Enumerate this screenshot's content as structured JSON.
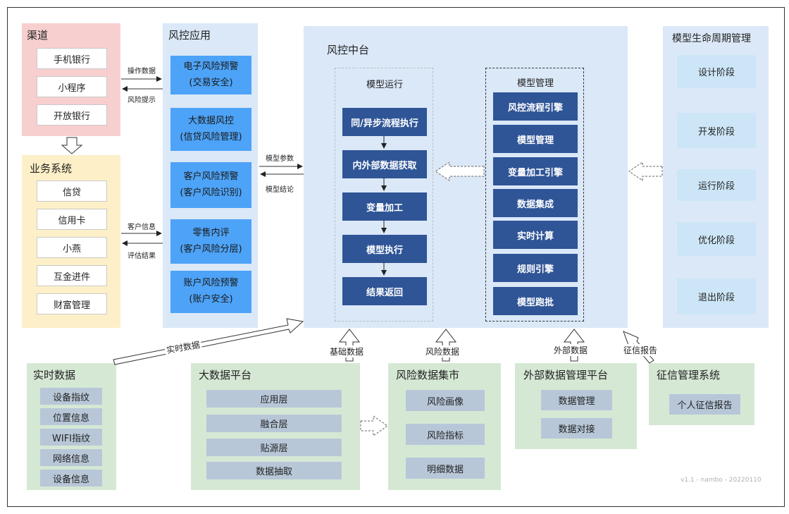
{
  "channel": {
    "title": "渠道",
    "items": [
      "手机银行",
      "小程序",
      "开放银行"
    ]
  },
  "business": {
    "title": "业务系统",
    "items": [
      "信贷",
      "信用卡",
      "小燕",
      "互金进件",
      "财富管理"
    ]
  },
  "risk_app": {
    "title": "风控应用",
    "items": [
      {
        "line1": "电子风险预警",
        "line2": "(交易安全)"
      },
      {
        "line1": "大数据风控",
        "line2": "(信贷风险管理)"
      },
      {
        "line1": "客户风险预警",
        "line2": "(客户风险识别)"
      },
      {
        "line1": "零售内评",
        "line2": "(客户风险分层)"
      },
      {
        "line1": "账户风险预警",
        "line2": "(账户安全)"
      }
    ]
  },
  "center": {
    "title": "风控中台",
    "run": {
      "title": "模型运行",
      "steps": [
        "同/异步流程执行",
        "内外部数据获取",
        "变量加工",
        "模型执行",
        "结果返回"
      ]
    },
    "mgmt": {
      "title": "模型管理",
      "items": [
        "风控流程引擎",
        "模型管理",
        "变量加工引擎",
        "数据集成",
        "实时计算",
        "规则引擎",
        "模型跑批"
      ]
    }
  },
  "lifecycle": {
    "title": "模型生命周期管理",
    "stages": [
      "设计阶段",
      "开发阶段",
      "运行阶段",
      "优化阶段",
      "退出阶段"
    ]
  },
  "realtime": {
    "title": "实时数据",
    "items": [
      "设备指纹",
      "位置信息",
      "WIFI指纹",
      "网络信息",
      "设备信息"
    ]
  },
  "bigdata": {
    "title": "大数据平台",
    "layers": [
      "应用层",
      "融合层",
      "贴源层",
      "数据抽取"
    ]
  },
  "mart": {
    "title": "风险数据集市",
    "items": [
      "风险画像",
      "风险指标",
      "明细数据"
    ]
  },
  "external": {
    "title": "外部数据管理平台",
    "items": [
      "数据管理",
      "数据对接"
    ]
  },
  "credit": {
    "title": "征信管理系统",
    "items": [
      "个人征信报告"
    ]
  },
  "arrows": {
    "op_data": "操作数据",
    "risk_hint": "风险提示",
    "cust_info": "客户信息",
    "eval_result": "评估结果",
    "model_param": "模型参数",
    "model_result": "模型结论",
    "realtime": "实时数据",
    "base": "基础数据",
    "risk": "风险数据",
    "external": "外部数据",
    "credit_report": "征信报告"
  },
  "version": "v1.1 - nambo - 20220110",
  "colors": {
    "pink": "#f8cfcf",
    "yellow": "#fdf0c8",
    "lightblue": "#dbe8f8",
    "green": "#d5e8d4",
    "blue": "#4da3f7",
    "dark": "#2f5597"
  }
}
